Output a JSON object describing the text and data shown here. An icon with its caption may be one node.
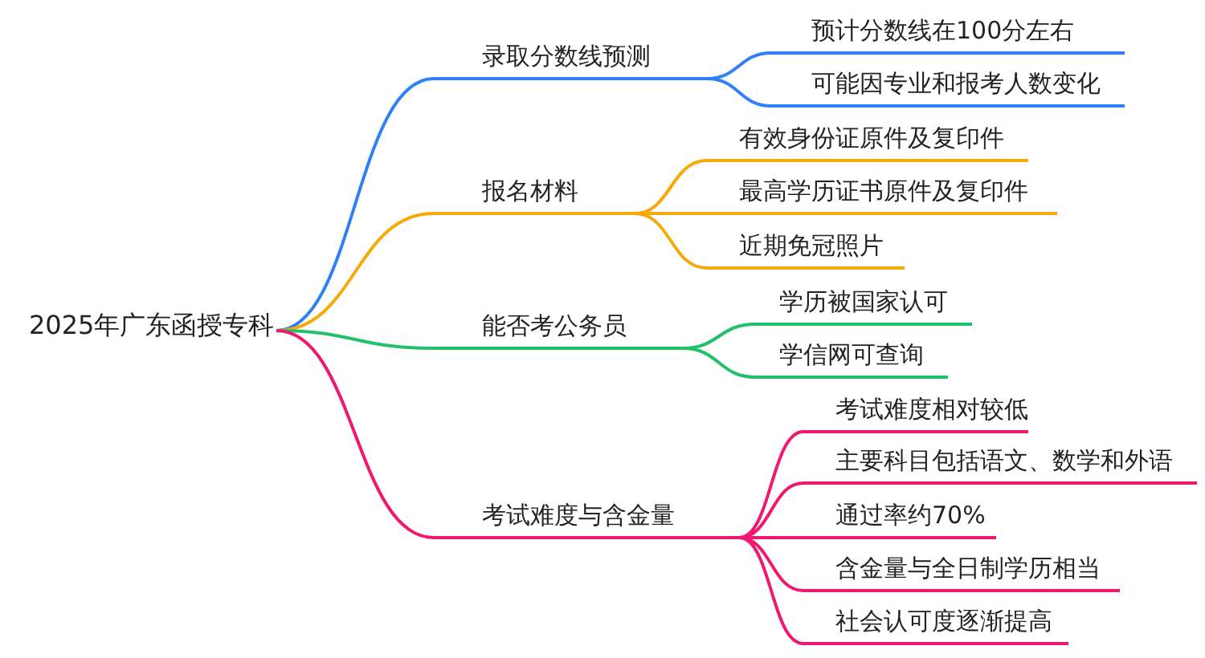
{
  "diagram": {
    "nodes": [
      {
        "text": [
          "2025年广东函授专科"
        ]
      },
      {
        "text": [
          "录取分数线预测"
        ]
      },
      {
        "text": [
          "预计分数线在100分左右"
        ]
      },
      {
        "text": [
          "可能因专业和报考人数变化"
        ]
      },
      {
        "text": [
          "报名材料"
        ]
      },
      {
        "text": [
          "有效身份证原件及复印件"
        ]
      },
      {
        "text": [
          "最高学历证书原件及复印件"
        ]
      },
      {
        "text": [
          "近期免冠照片"
        ]
      },
      {
        "text": [
          "能否考公务员"
        ]
      },
      {
        "text": [
          "学历被国家认可"
        ]
      },
      {
        "text": [
          "学信网可查询"
        ]
      },
      {
        "text": [
          "考试难度与含金量"
        ]
      },
      {
        "text": [
          "考试难度相对较低"
        ]
      },
      {
        "text": [
          "主要科目包括语文、数学和外语"
        ]
      },
      {
        "text": [
          "通过率约70%"
        ]
      },
      {
        "text": [
          "含金量与全日制学历相当"
        ]
      },
      {
        "text": [
          "社会认可度逐渐提高"
        ]
      }
    ],
    "edges": [
      {
        "from": 0,
        "to": 1,
        "arrow": "none",
        "color": "#2f80f5"
      },
      {
        "from": 1,
        "to": 2,
        "arrow": "none",
        "color": "#2f80f5"
      },
      {
        "from": 1,
        "to": 3,
        "arrow": "none",
        "color": "#2f80f5"
      },
      {
        "from": 0,
        "to": 4,
        "arrow": "none",
        "color": "#f5aa0a"
      },
      {
        "from": 4,
        "to": 5,
        "arrow": "none",
        "color": "#f5aa0a"
      },
      {
        "from": 4,
        "to": 6,
        "arrow": "none",
        "color": "#f5aa0a"
      },
      {
        "from": 4,
        "to": 7,
        "arrow": "none",
        "color": "#f5aa0a"
      },
      {
        "from": 0,
        "to": 8,
        "arrow": "none",
        "color": "#22c068"
      },
      {
        "from": 8,
        "to": 9,
        "arrow": "none",
        "color": "#22c068"
      },
      {
        "from": 8,
        "to": 10,
        "arrow": "none",
        "color": "#22c068"
      },
      {
        "from": 0,
        "to": 11,
        "arrow": "none"
      },
      {
        "from": 11,
        "to": 12,
        "arrow": "none"
      },
      {
        "from": 11,
        "to": 13,
        "arrow": "none"
      },
      {
        "from": 11,
        "to": 14,
        "arrow": "none"
      },
      {
        "from": 11,
        "to": 15,
        "arrow": "none"
      },
      {
        "from": 11,
        "to": 16,
        "arrow": "none"
      }
    ]
  }
}
